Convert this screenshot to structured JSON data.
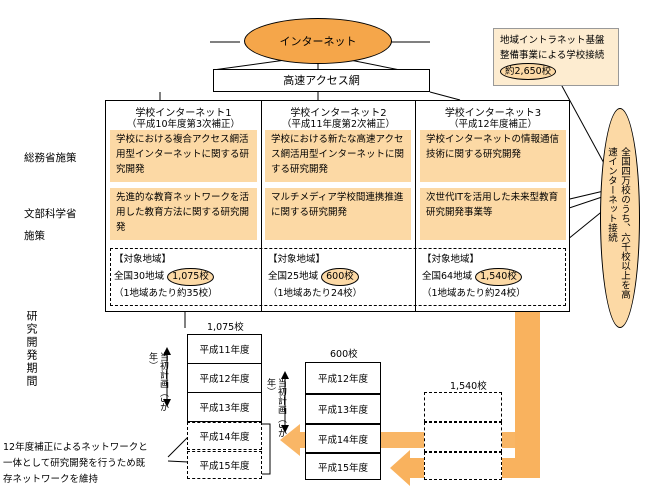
{
  "internet": "インターネット",
  "highspeed": "高速アクセス網",
  "regional_note": {
    "line1": "地域イントラネット基盤",
    "line2": "整備事業による学校接続",
    "count": "約2,650校"
  },
  "columns": [
    {
      "title": "学校インターネット1",
      "sub": "（平成10年度第3次補正）",
      "somu": "学校における複合アクセス網活用型インターネットに関する研究開発",
      "monbu": "先進的な教育ネットワークを活用した教育方法に関する研究開発",
      "target_label": "【対象地域】",
      "areas": "全国30地域",
      "schools": "1,075校",
      "per": "（1地域あたり約35校）"
    },
    {
      "title": "学校インターネット2",
      "sub": "（平成11年度第2次補正）",
      "somu": "学校における新たな高速アクセス網活用型インターネットに関する研究開発",
      "monbu": "マルチメディア学校間連携推進に関する研究開発",
      "target_label": "【対象地域】",
      "areas": "全国25地域",
      "schools": "600校",
      "per": "（1地域あたり24校）"
    },
    {
      "title": "学校インターネット3",
      "sub": "（平成12年度補正）",
      "somu": "学校インターネットの情報通信技術に関する研究開発",
      "monbu": "次世代ITを活用した未来型教育研究開発事業等",
      "target_label": "【対象地域】",
      "areas": "全国64地域",
      "schools": "1,540校",
      "per": "（1地域あたり約24校）"
    }
  ],
  "row_labels": {
    "somu": "総務省施策",
    "monbu1": "文部科学省",
    "monbu2": "施策"
  },
  "period_label": "研究開発期間",
  "initial_plan": "当初計画（3か年）",
  "initial_plan2": "当初計画（3か年）",
  "right_oval": "全国四万校のうち、六千校以上を高速インターネット接続",
  "timeline": {
    "c1_total": "1,075校",
    "c2_total": "600校",
    "c3_total": "1,540校",
    "c1_years": [
      "平成11年度",
      "平成12年度",
      "平成13年度",
      "平成14年度",
      "平成15年度"
    ],
    "c2_years": [
      "平成12年度",
      "平成13年度",
      "平成14年度",
      "平成15年度"
    ]
  },
  "bottom_note": {
    "line1": "12年度補正によるネットワークと",
    "line2": "一体として研究開発を行うため既",
    "line3": "存ネットワークを維持"
  },
  "colors": {
    "peach": "#fcd9a5",
    "orange": "#f5a64a",
    "arrow": "#f9b25e"
  }
}
